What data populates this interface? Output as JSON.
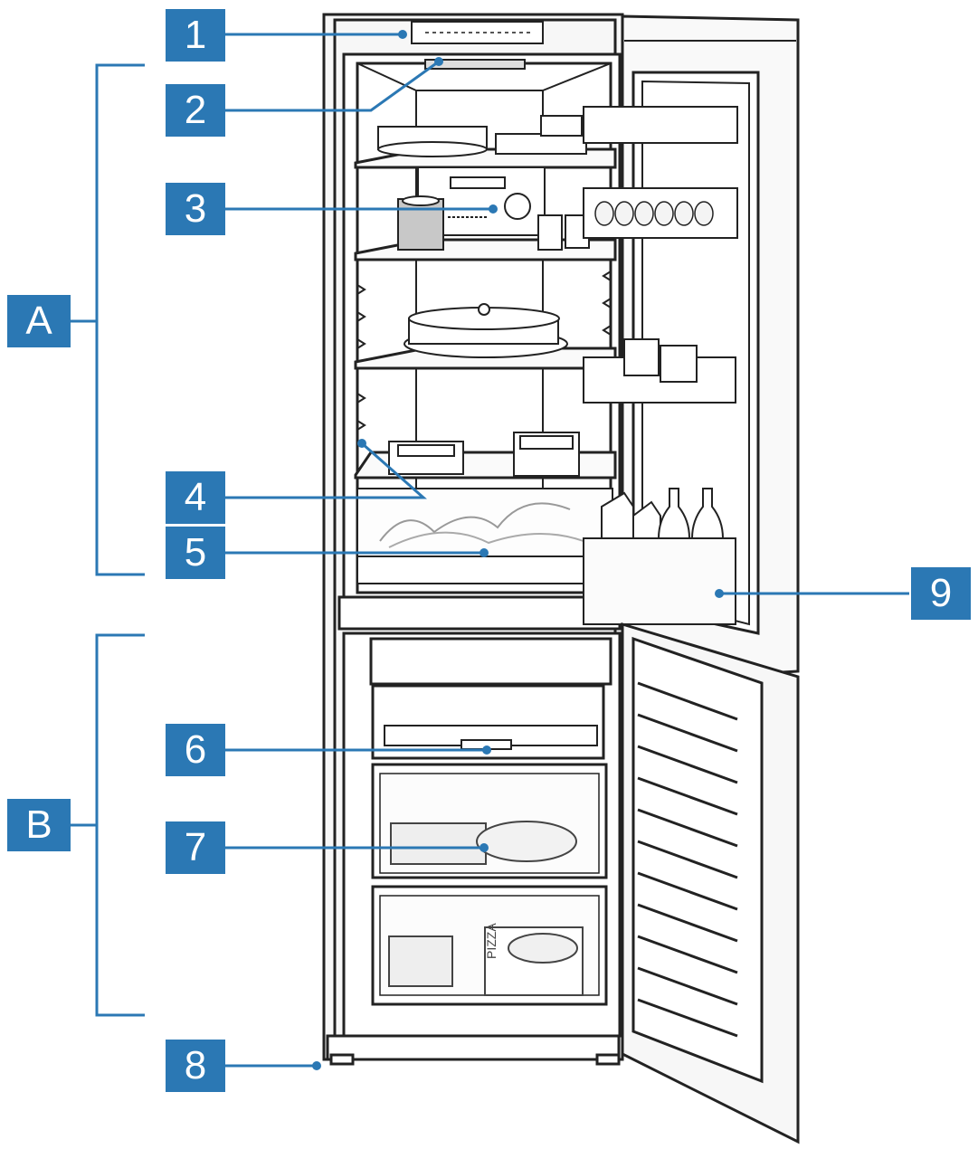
{
  "callouts": [
    "1",
    "2",
    "3",
    "4",
    "5",
    "6",
    "7",
    "8",
    "9"
  ],
  "zones": [
    "A",
    "B"
  ],
  "illustration_text": {
    "pizza_box": "PIZZA"
  },
  "colors": {
    "accent": "#2b78b4",
    "line": "#222222",
    "background": "#ffffff"
  }
}
